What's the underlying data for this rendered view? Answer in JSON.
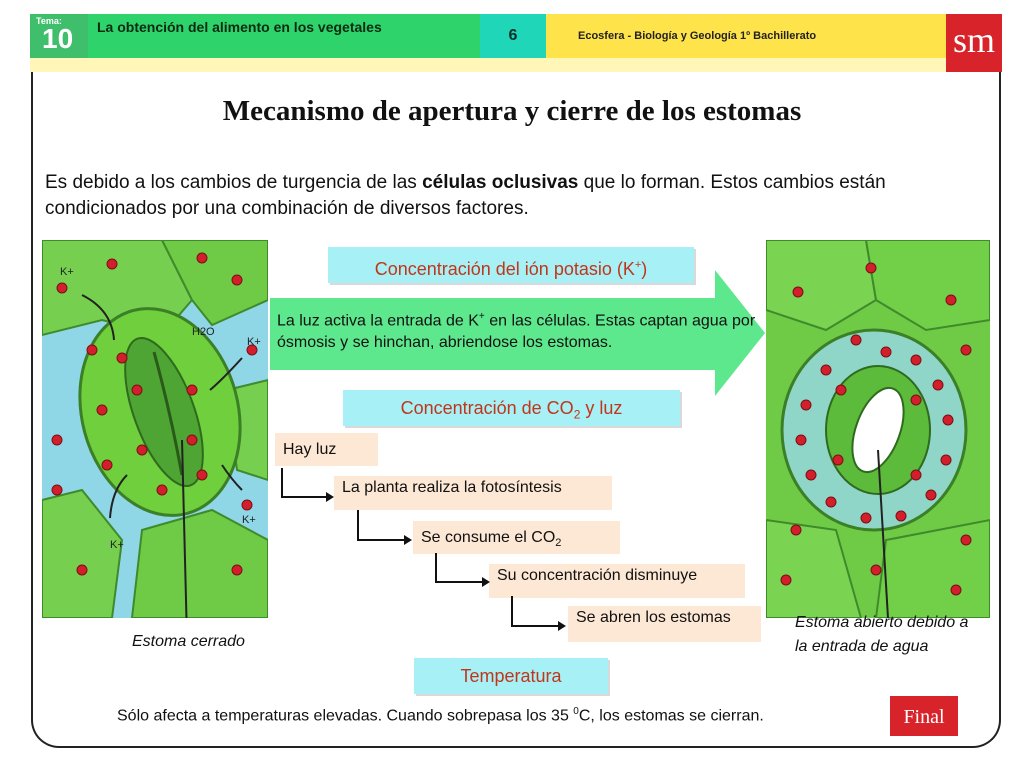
{
  "header": {
    "tema_label": "Tema:",
    "tema_number": "10",
    "unit_title": "La obtención del alimento en los vegetales",
    "page_number": "6",
    "book_title": "Ecosfera - Biología y Geología 1º Bachillerato",
    "logo_text": "sm"
  },
  "slide": {
    "title": "Mecanismo de apertura y cierre de los estomas",
    "intro_part1": "Es debido a los cambios de turgencia de las ",
    "intro_bold": "células oclusivas",
    "intro_part2": " que lo forman. Estos cambios están condicionados por una combinación de diversos factores.",
    "potassium": {
      "label_main": "Concentración del ión potasio (K",
      "label_sup": "+",
      "label_end": ")",
      "text_part1": "La luz activa la entrada de K",
      "text_sup": "+",
      "text_part2": " en las células. Estas captan agua por ósmosis y se hinchan, abriendose los estomas."
    },
    "co2": {
      "label_main": "Concentración de CO",
      "label_sub": "2",
      "label_end": " y luz",
      "steps": [
        "Hay luz",
        "La planta realiza la fotosíntesis",
        "Se consume el CO",
        "Su concentración disminuye",
        "Se abren los estomas"
      ],
      "step3_sub": "2"
    },
    "temperature": {
      "label": "Temperatura",
      "text_part1": "Sólo afecta a temperaturas elevadas. Cuando sobrepasa los 35 ",
      "text_sup": "0",
      "text_part2": "C, los estomas se cierran."
    },
    "left_image": {
      "caption": "Estoma cerrado",
      "labels": [
        "K+",
        "H2O",
        "K+",
        "K+",
        "K+"
      ]
    },
    "right_image": {
      "caption": "Estoma abierto debido a la entrada de agua"
    },
    "final_button": "Final"
  },
  "colors": {
    "header_green": "#2ed36b",
    "header_teal": "#1fd6b8",
    "header_yellow": "#ffe34a",
    "logo_red": "#d8232a",
    "label_blue": "#a7f0f6",
    "label_text": "#c0361b",
    "arrow": "#5ee88e",
    "step_bg": "#fde8d6"
  }
}
